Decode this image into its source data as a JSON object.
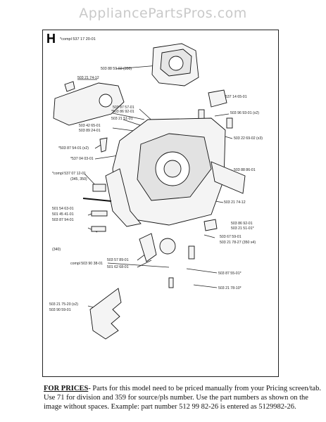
{
  "watermark": "AppliancePartsPros.com",
  "section": {
    "letter": "H",
    "note": "*compl 537 17 20-01"
  },
  "labels": [
    "503 88 59-02 (350)",
    "503 21 74-12",
    "537 14 65-01",
    "503 87 57-01",
    "503 96 93-01 (x2)",
    "*503 86 92-01",
    "503 21 51-01",
    "503 42 65-01",
    "503 89 24-01",
    "503 22 69-02 (x3)",
    "*503 87 54-01 (x2)",
    "*537 04 03-01",
    "*compl 537 07 12-01",
    "(345, 350)",
    "503 88 86-01",
    "503 21 74-12",
    "503 86 92-01",
    "503 21 51-01*",
    "501 54 63-01",
    "501 45 41-01",
    "503 87 94-01",
    "(340)",
    "503 67 59-01",
    "503 21 78-27 (350 x4)",
    "compl 503 90 38-01",
    "503 57 89-01",
    "501 62 68-01",
    "503 87 55-01*",
    "503 21 78-10*",
    "503 21 75-20 (x2)",
    "503 90 59-01"
  ],
  "footer": {
    "heading": "FOR PRICES",
    "text": "- Parts for this model need to be priced manually from your Pricing screen/tab. Use 71 for division and 359 for source/pls number.  Use the part numbers as shown on the image without spaces.  Example: part number 512 99 82-26 is entered as 5129982-26."
  }
}
